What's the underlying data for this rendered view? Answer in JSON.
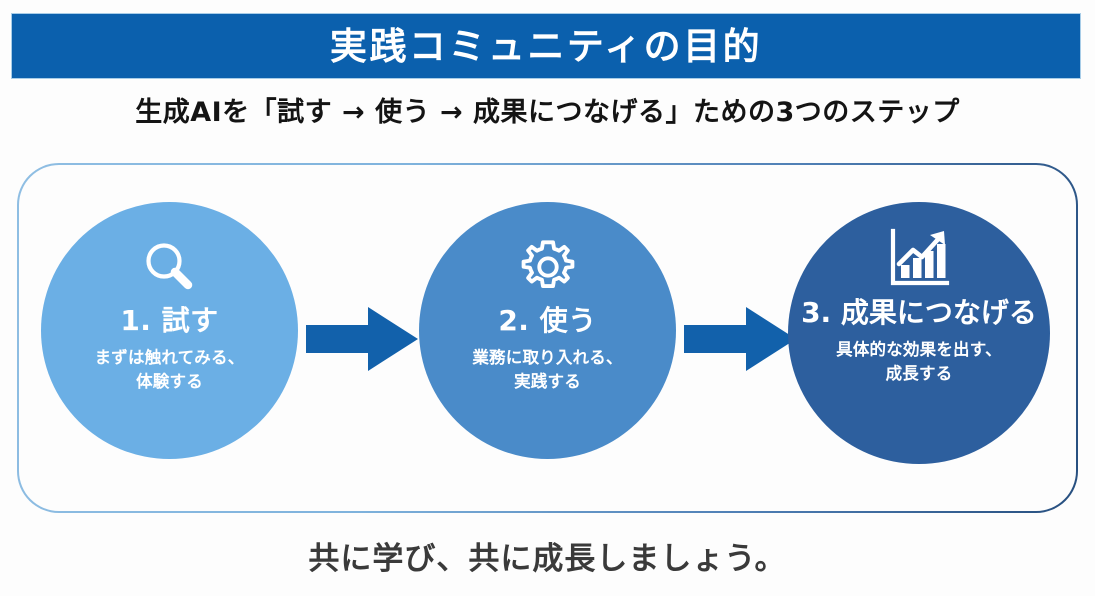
{
  "header": {
    "title": "実践コミュニティの目的",
    "title_bar_color": "#0b60ad",
    "title_text_color": "#ffffff"
  },
  "subtitle": {
    "text": "生成AIを「試す → 使う → 成果につなげる」ための3つのステップ",
    "color": "#141414"
  },
  "steps": [
    {
      "icon": "magnifier-icon",
      "heading": "1. 試す",
      "desc_line1": "まずは触れてみる、",
      "desc_line2": "体験する",
      "color": "#6bafe5"
    },
    {
      "icon": "gear-icon",
      "heading": "2. 使う",
      "desc_line1": "業務に取り入れる、",
      "desc_line2": "実践する",
      "color": "#4a8bc9"
    },
    {
      "icon": "growth-chart-icon",
      "heading": "3. 成果につなげる",
      "desc_line1": "具体的な効果を出す、",
      "desc_line2": "成長する",
      "color": "#2d5f9e"
    }
  ],
  "arrows": [
    {
      "name": "arrow-step1-to-step2",
      "color": "#1261ab"
    },
    {
      "name": "arrow-step2-to-step3",
      "color": "#1261ab"
    }
  ],
  "footer": {
    "text": "共に学び、共に成長しましょう。",
    "color": "#3a3a3a"
  }
}
